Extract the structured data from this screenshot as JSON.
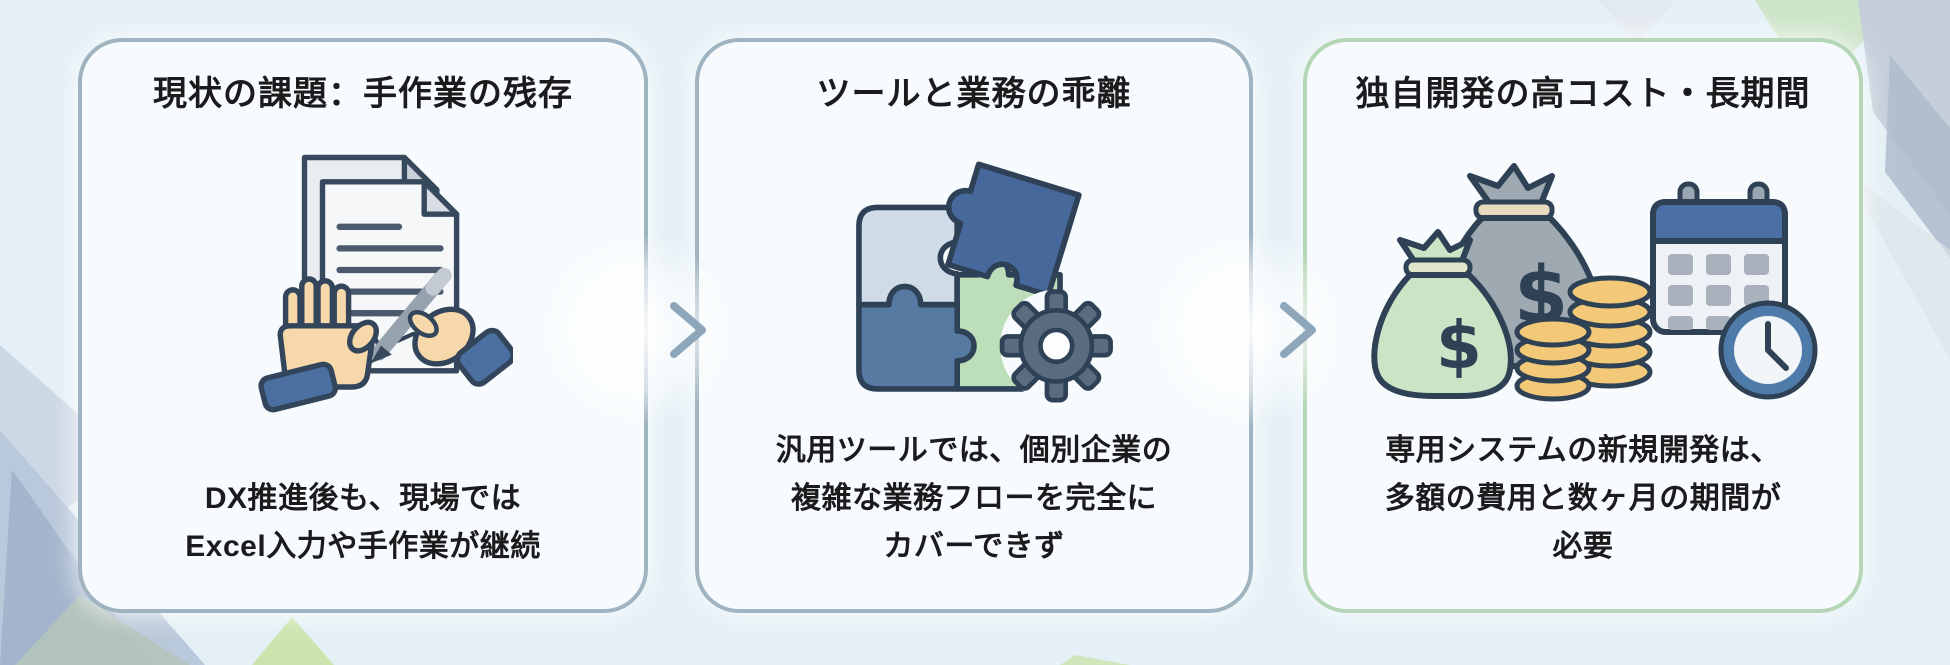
{
  "page": {
    "background_color": "#e4f0f6",
    "card_background": "#f7fbfd",
    "text_color": "#1b1b1d"
  },
  "cards": [
    {
      "title": "現状の課題：手作業の残存",
      "body": "DX推進後も、現場では\nExcel入力や手作業が継続",
      "icon": "signing-document-icon",
      "border_color": "#9fb3c1"
    },
    {
      "title": "ツールと業務の乖離",
      "body": "汎用ツールでは、個別企業の\n複雑な業務フローを完全に\nカバーできず",
      "icon": "puzzle-pieces-gear-icon",
      "border_color": "#9fb3c1"
    },
    {
      "title": "独自開発の高コスト・長期間",
      "body": "専用システムの新規開発は、\n多額の費用と数ヶ月の期間が\n必要",
      "icon": "money-bags-coins-calendar-clock-icon",
      "border_color": "#b5d6b7"
    }
  ],
  "arrows": [
    {
      "direction": "right",
      "from": "card-1",
      "to": "card-2"
    },
    {
      "direction": "right",
      "from": "card-2",
      "to": "card-3"
    }
  ],
  "colors": {
    "arrow_tail_green": "#b7d8ae",
    "arrow_head_gray_blue": "#8ea6ba",
    "accent_blue": "#4a6fa5",
    "accent_slate": "#5a6d80",
    "accent_green": "#bcdfba",
    "coin_gold": "#f3c878",
    "skin_tone": "#f7d8ab",
    "outline_navy": "#2f4154"
  }
}
